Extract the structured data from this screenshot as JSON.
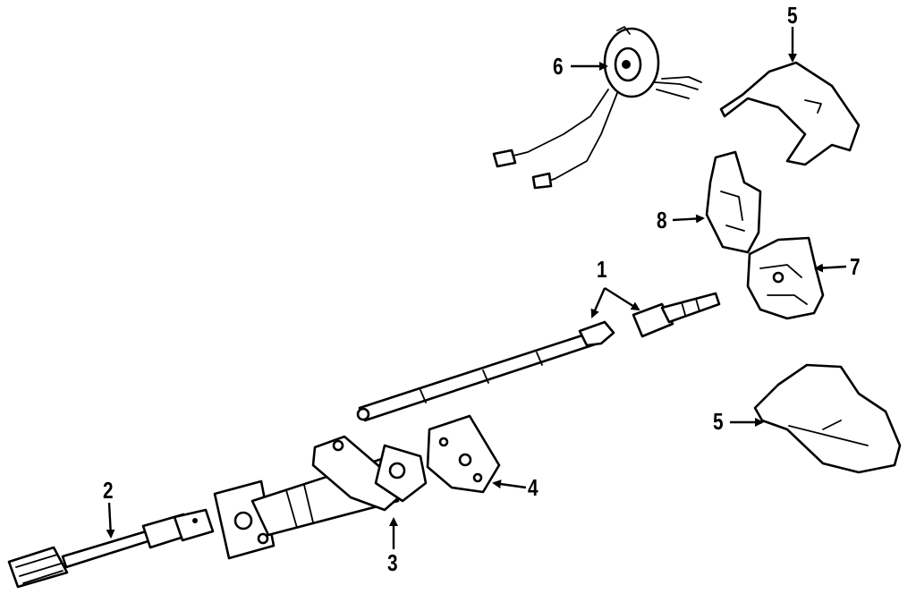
{
  "callouts": [
    {
      "id": "1",
      "label": "1"
    },
    {
      "id": "2",
      "label": "2"
    },
    {
      "id": "3",
      "label": "3"
    },
    {
      "id": "4",
      "label": "4"
    },
    {
      "id": "5a",
      "label": "5"
    },
    {
      "id": "5b",
      "label": "5"
    },
    {
      "id": "6",
      "label": "6"
    },
    {
      "id": "7",
      "label": "7"
    },
    {
      "id": "8",
      "label": "8"
    }
  ],
  "colors": {
    "line": "#000000",
    "background": "#ffffff"
  }
}
